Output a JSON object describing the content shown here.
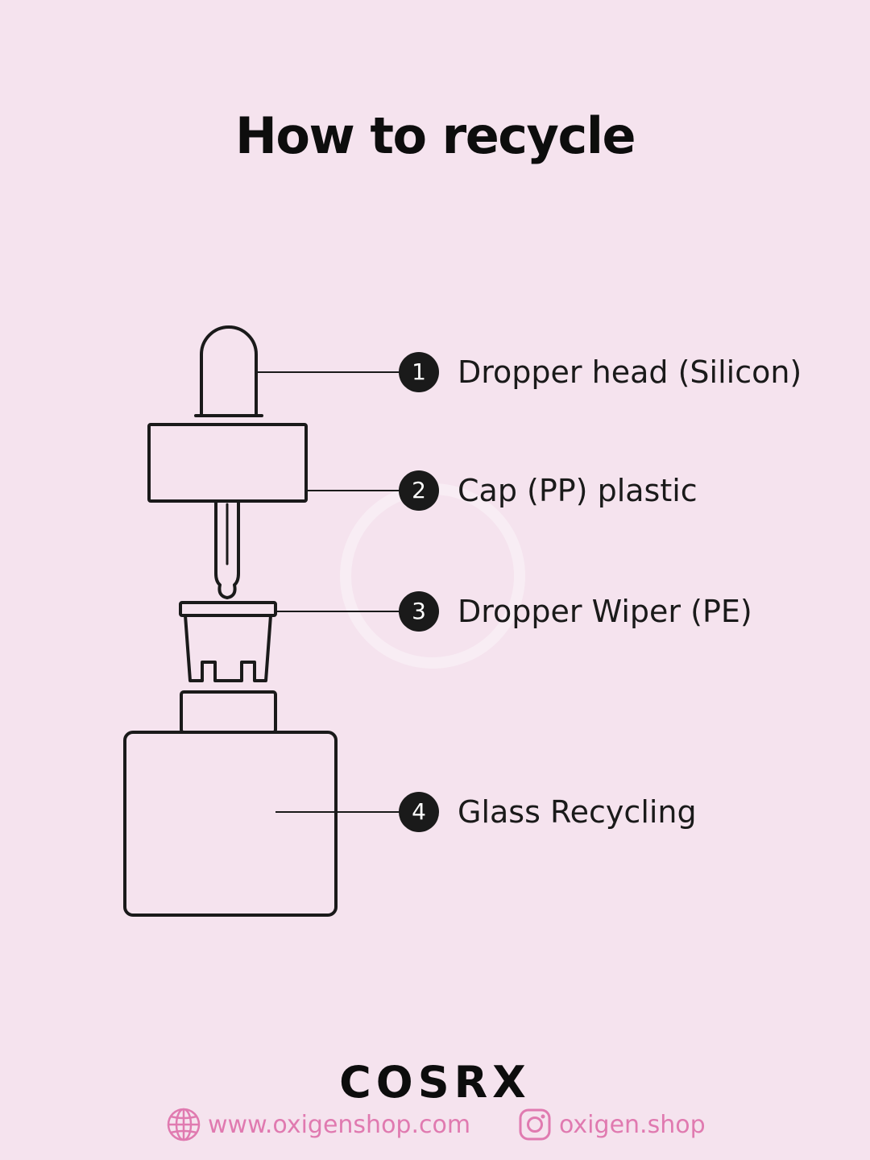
{
  "title": "How to recycle",
  "parts": [
    {
      "number": "1",
      "label": "Dropper head (Silicon)"
    },
    {
      "number": "2",
      "label": "Cap (PP) plastic"
    },
    {
      "number": "3",
      "label": "Dropper Wiper (PE)"
    },
    {
      "number": "4",
      "label": "Glass Recycling"
    }
  ],
  "brand": "COSRX",
  "footer": {
    "website": "www.oxigenshop.com",
    "instagram": "oxigen.shop",
    "website_icon": "globe-icon",
    "instagram_icon": "instagram-icon"
  },
  "colors": {
    "background": "#f5e3ee",
    "line": "#1a1a1a",
    "footer_accent": "#e07ab0"
  }
}
